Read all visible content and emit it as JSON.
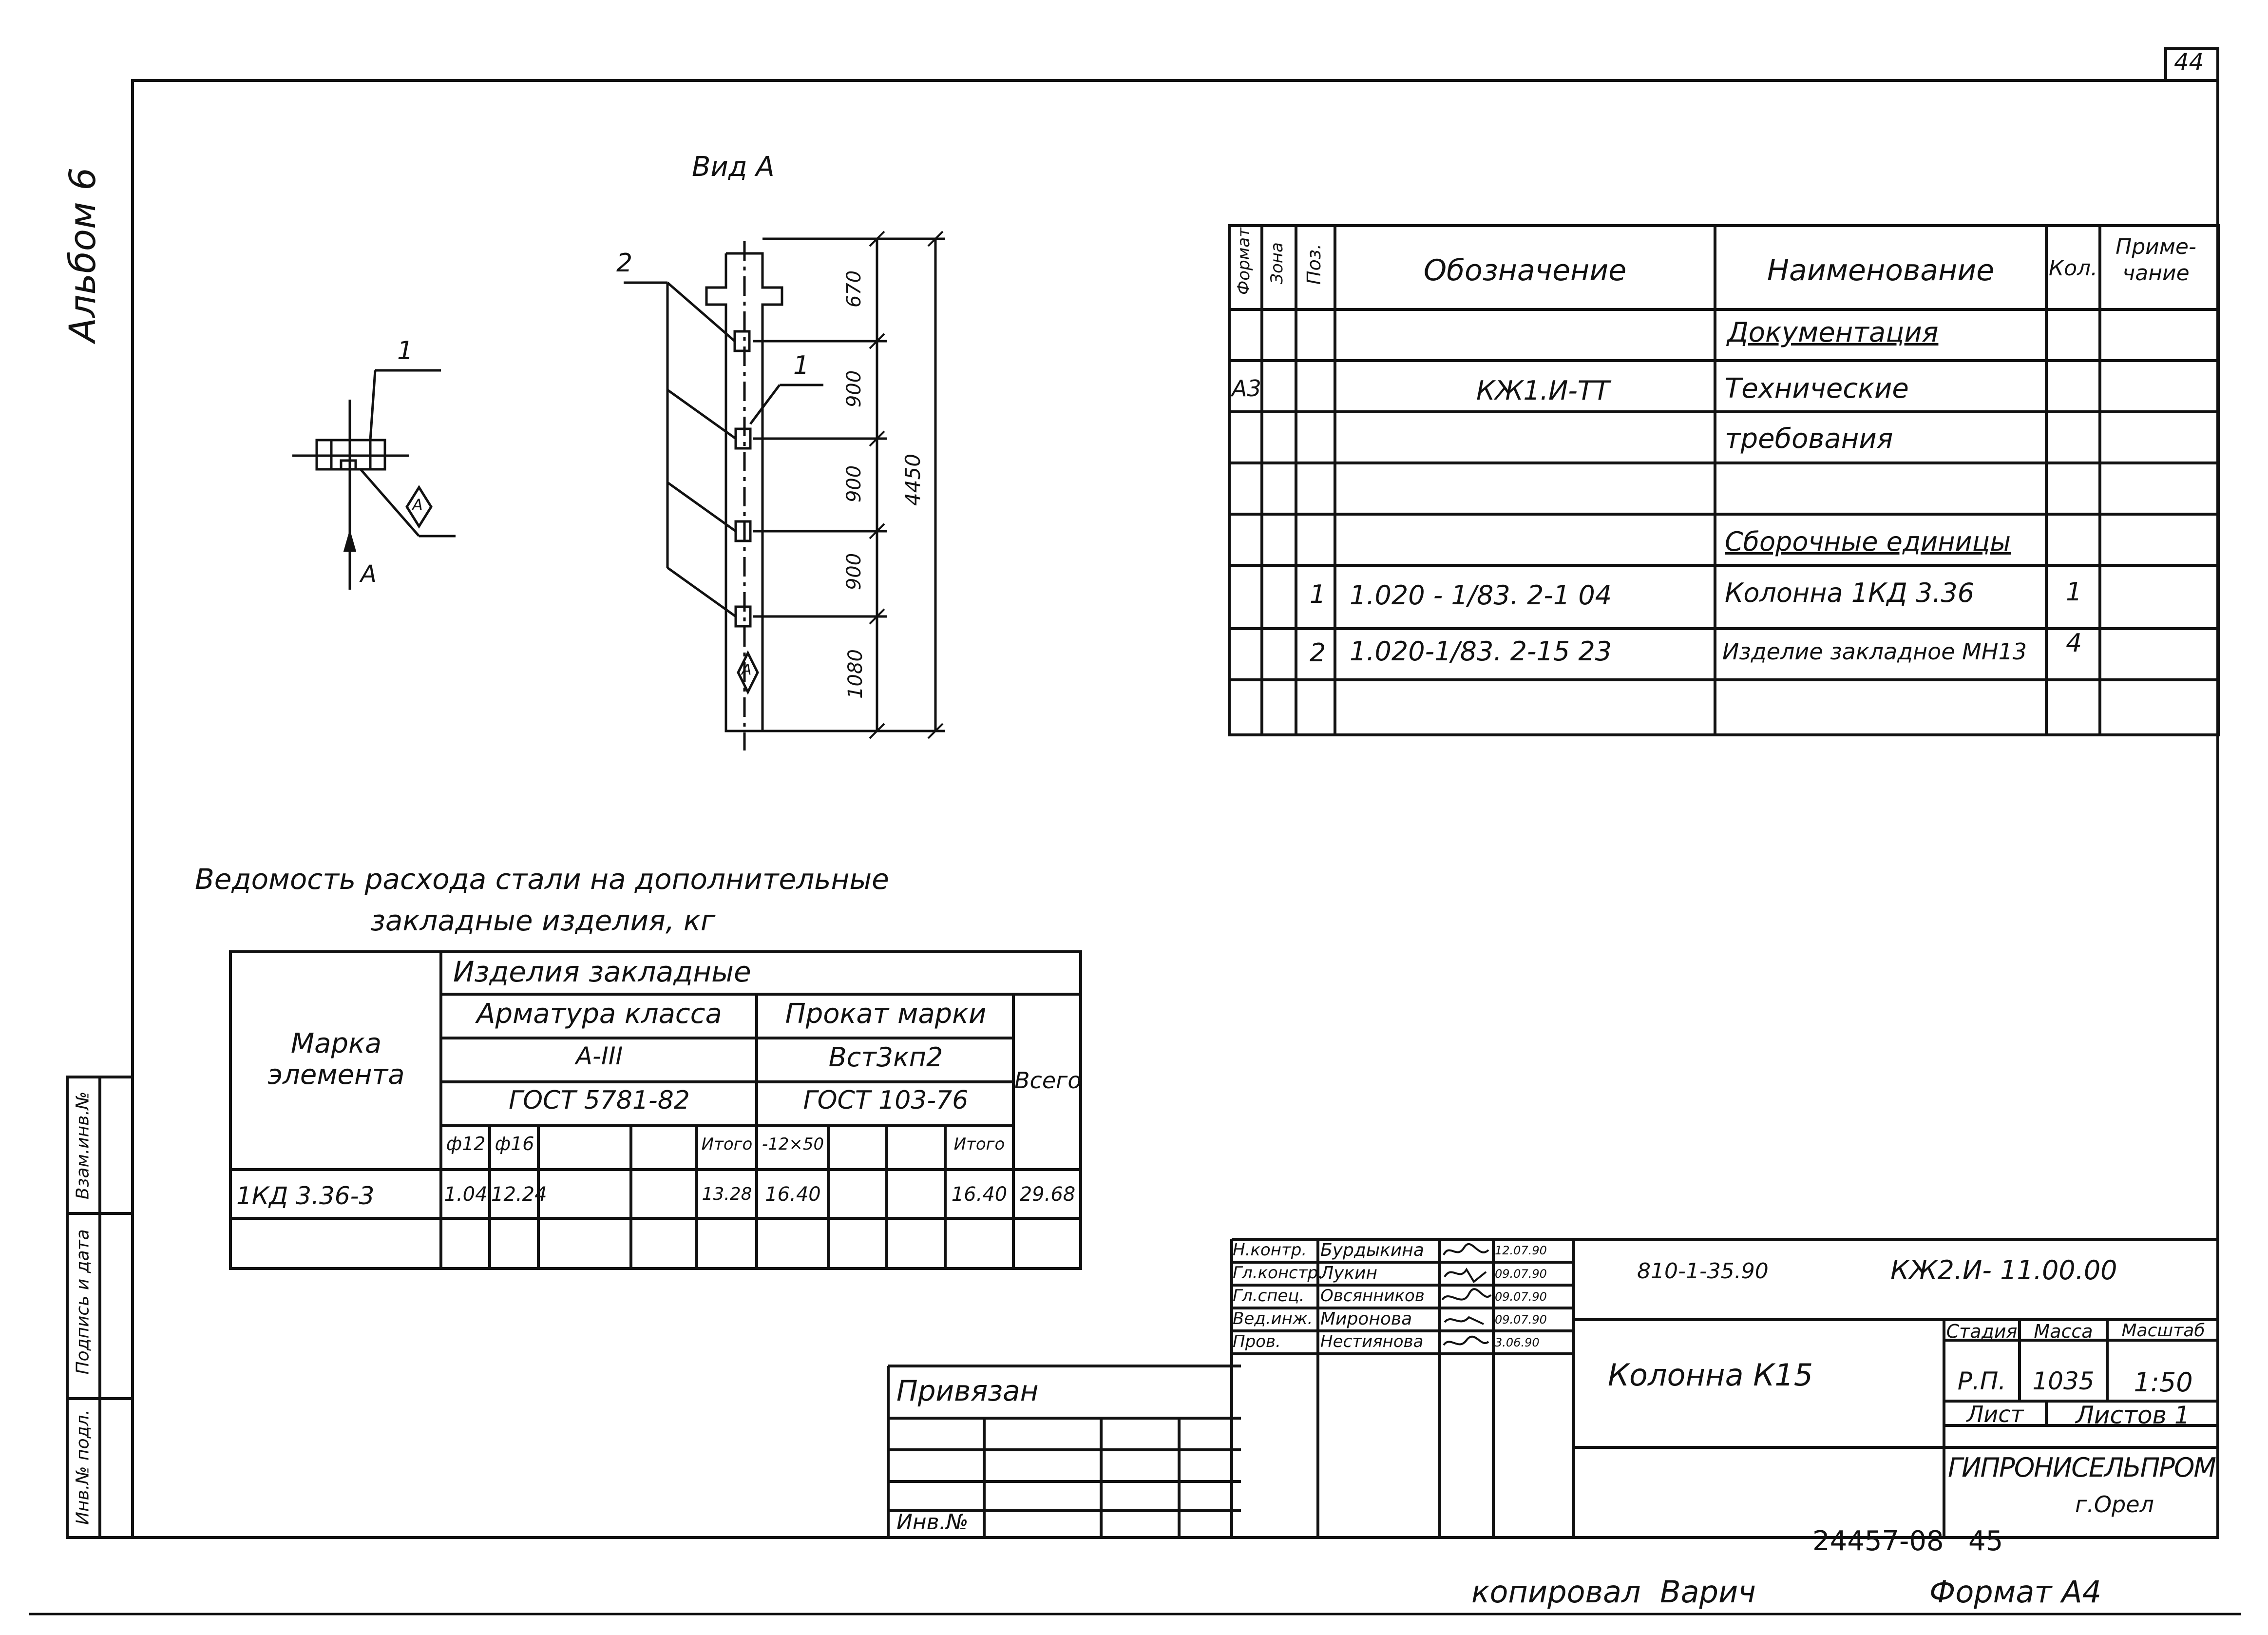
{
  "sheet": {
    "number": "44",
    "album": "Альбом 6",
    "copied_by": "копировал  Варич",
    "format": "Формат А4",
    "archive": "24457-08",
    "archive_page": "45"
  },
  "drawing": {
    "view_title": "Вид А",
    "label_1a": "1",
    "label_1b": "1",
    "label_2": "2",
    "label_A": "А",
    "marker": "А",
    "dims": [
      "670",
      "900",
      "900",
      "900",
      "1080"
    ],
    "total": "4450"
  },
  "spec": {
    "headers": [
      "Формат",
      "Зона",
      "Поз.",
      "Обозначение",
      "Наименование",
      "Кол.",
      "Приме-\nчание"
    ],
    "rows": [
      {
        "format": "",
        "zone": "",
        "pos": "",
        "designation": "",
        "name": "Документация",
        "qty": "",
        "note": "",
        "underline": true
      },
      {
        "format": "А3",
        "zone": "",
        "pos": "",
        "designation": "КЖ1.И-ТТ",
        "name": "Технические",
        "qty": "",
        "note": ""
      },
      {
        "format": "",
        "zone": "",
        "pos": "",
        "designation": "",
        "name": "требования",
        "qty": "",
        "note": ""
      },
      {
        "format": "",
        "zone": "",
        "pos": "",
        "designation": "",
        "name": "",
        "qty": "",
        "note": ""
      },
      {
        "format": "",
        "zone": "",
        "pos": "",
        "designation": "",
        "name": "Сборочные единицы",
        "qty": "",
        "note": "",
        "underline": true
      },
      {
        "format": "",
        "zone": "",
        "pos": "1",
        "designation": "1.020 - 1/83. 2-1  04",
        "name": "Колонна  1КД 3.36",
        "qty": "1",
        "note": ""
      },
      {
        "format": "",
        "zone": "",
        "pos": "2",
        "designation": "1.020-1/83. 2-15 23",
        "name": "Изделие закладное МН13",
        "qty": "4",
        "note": ""
      },
      {
        "format": "",
        "zone": "",
        "pos": "",
        "designation": "",
        "name": "",
        "qty": "",
        "note": ""
      }
    ]
  },
  "steel": {
    "title_line1": "Ведомость расхода стали на дополнительные",
    "title_line2": "закладные изделия, кг",
    "mark_header": "Марка\nэлемента",
    "group_header": "Изделия закладные",
    "armature_header": "Арматура класса",
    "armature_class": "А-III",
    "armature_gost": "ГОСТ 5781-82",
    "rolled_header": "Прокат марки",
    "rolled_grade": "Вст3кп2",
    "rolled_gost": "ГОСТ 103-76",
    "total_header": "Всего",
    "sub_headers": [
      "ф12",
      "ф16",
      "",
      "",
      "Итого",
      "-12×50",
      "",
      "",
      "Итого"
    ],
    "rows": [
      {
        "mark": "1КД 3.36-3",
        "cells": [
          "1.04",
          "12.24",
          "",
          "",
          "13.28",
          "16.40",
          "",
          "",
          "16.40"
        ],
        "total": "29.68"
      },
      {
        "mark": "",
        "cells": [
          "",
          "",
          "",
          "",
          "",
          "",
          "",
          "",
          ""
        ],
        "total": ""
      }
    ]
  },
  "left_strip": [
    "Инв.№ подл.",
    "Подпись и дата",
    "Взам.инв.№"
  ],
  "binding": {
    "title": "Привязан",
    "inv": "Инв.№"
  },
  "title_block": {
    "code_left": "810-1-35.90",
    "code_right": "КЖ2.И- 11.00.00",
    "object": "Колонна  К15",
    "stage_header": "Стадия",
    "mass_header": "Масса",
    "scale_header": "Масштаб",
    "stage": "Р.П.",
    "mass": "1035",
    "scale": "1:50",
    "sheet_label": "Лист",
    "sheets_label": "Листов 1",
    "org": "ГИПРОНИСЕЛЬПРОМ",
    "city": "г.Орел",
    "people": [
      {
        "role": "Н.контр.",
        "name": "Бурдыкина",
        "date": "12.07.90"
      },
      {
        "role": "Гл.констр.",
        "name": "Лукин",
        "date": "09.07.90"
      },
      {
        "role": "Гл.спец.",
        "name": "Овсянников",
        "date": "09.07.90"
      },
      {
        "role": "Вед.инж.",
        "name": "Миронова",
        "date": "09.07.90"
      },
      {
        "role": "Пров.",
        "name": "Нестиянова",
        "date": "3.06.90"
      }
    ]
  }
}
